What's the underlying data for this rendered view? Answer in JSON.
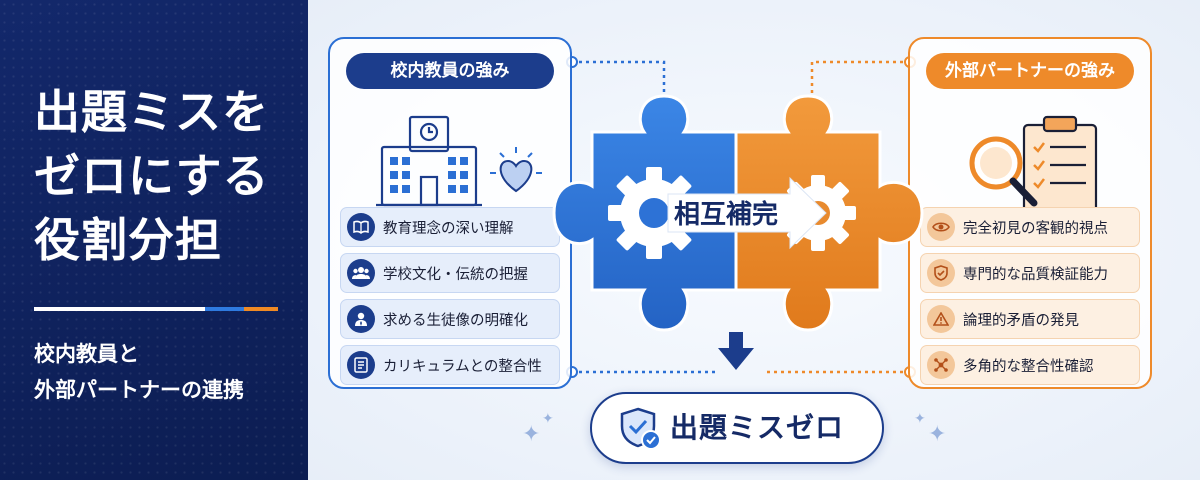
{
  "title": {
    "line1": "出題ミスを",
    "line2": "ゼロにする",
    "line3": "役割分担"
  },
  "subtitle": {
    "line1": "校内教員と",
    "line2": "外部パートナーの連携"
  },
  "left_card": {
    "heading": "校内教員の強み",
    "items": [
      {
        "label": "教育理念の深い理解",
        "icon": "book-icon"
      },
      {
        "label": "学校文化・伝統の把握",
        "icon": "people-icon"
      },
      {
        "label": "求める生徒像の明確化",
        "icon": "student-icon"
      },
      {
        "label": "カリキュラムとの整合性",
        "icon": "document-icon"
      }
    ]
  },
  "right_card": {
    "heading": "外部パートナーの強み",
    "items": [
      {
        "label": "完全初見の客観的視点",
        "icon": "eye-icon"
      },
      {
        "label": "専門的な品質検証能力",
        "icon": "shield-check-icon"
      },
      {
        "label": "論理的矛盾の発見",
        "icon": "warning-icon"
      },
      {
        "label": "多角的な整合性確認",
        "icon": "network-icon"
      }
    ]
  },
  "center": {
    "label": "相互補完"
  },
  "result": {
    "label": "出題ミスゼロ"
  },
  "colors": {
    "navy": "#13286b",
    "blue": "#2b6fd4",
    "orange": "#ee8a2a",
    "background": "#eef3fa"
  }
}
